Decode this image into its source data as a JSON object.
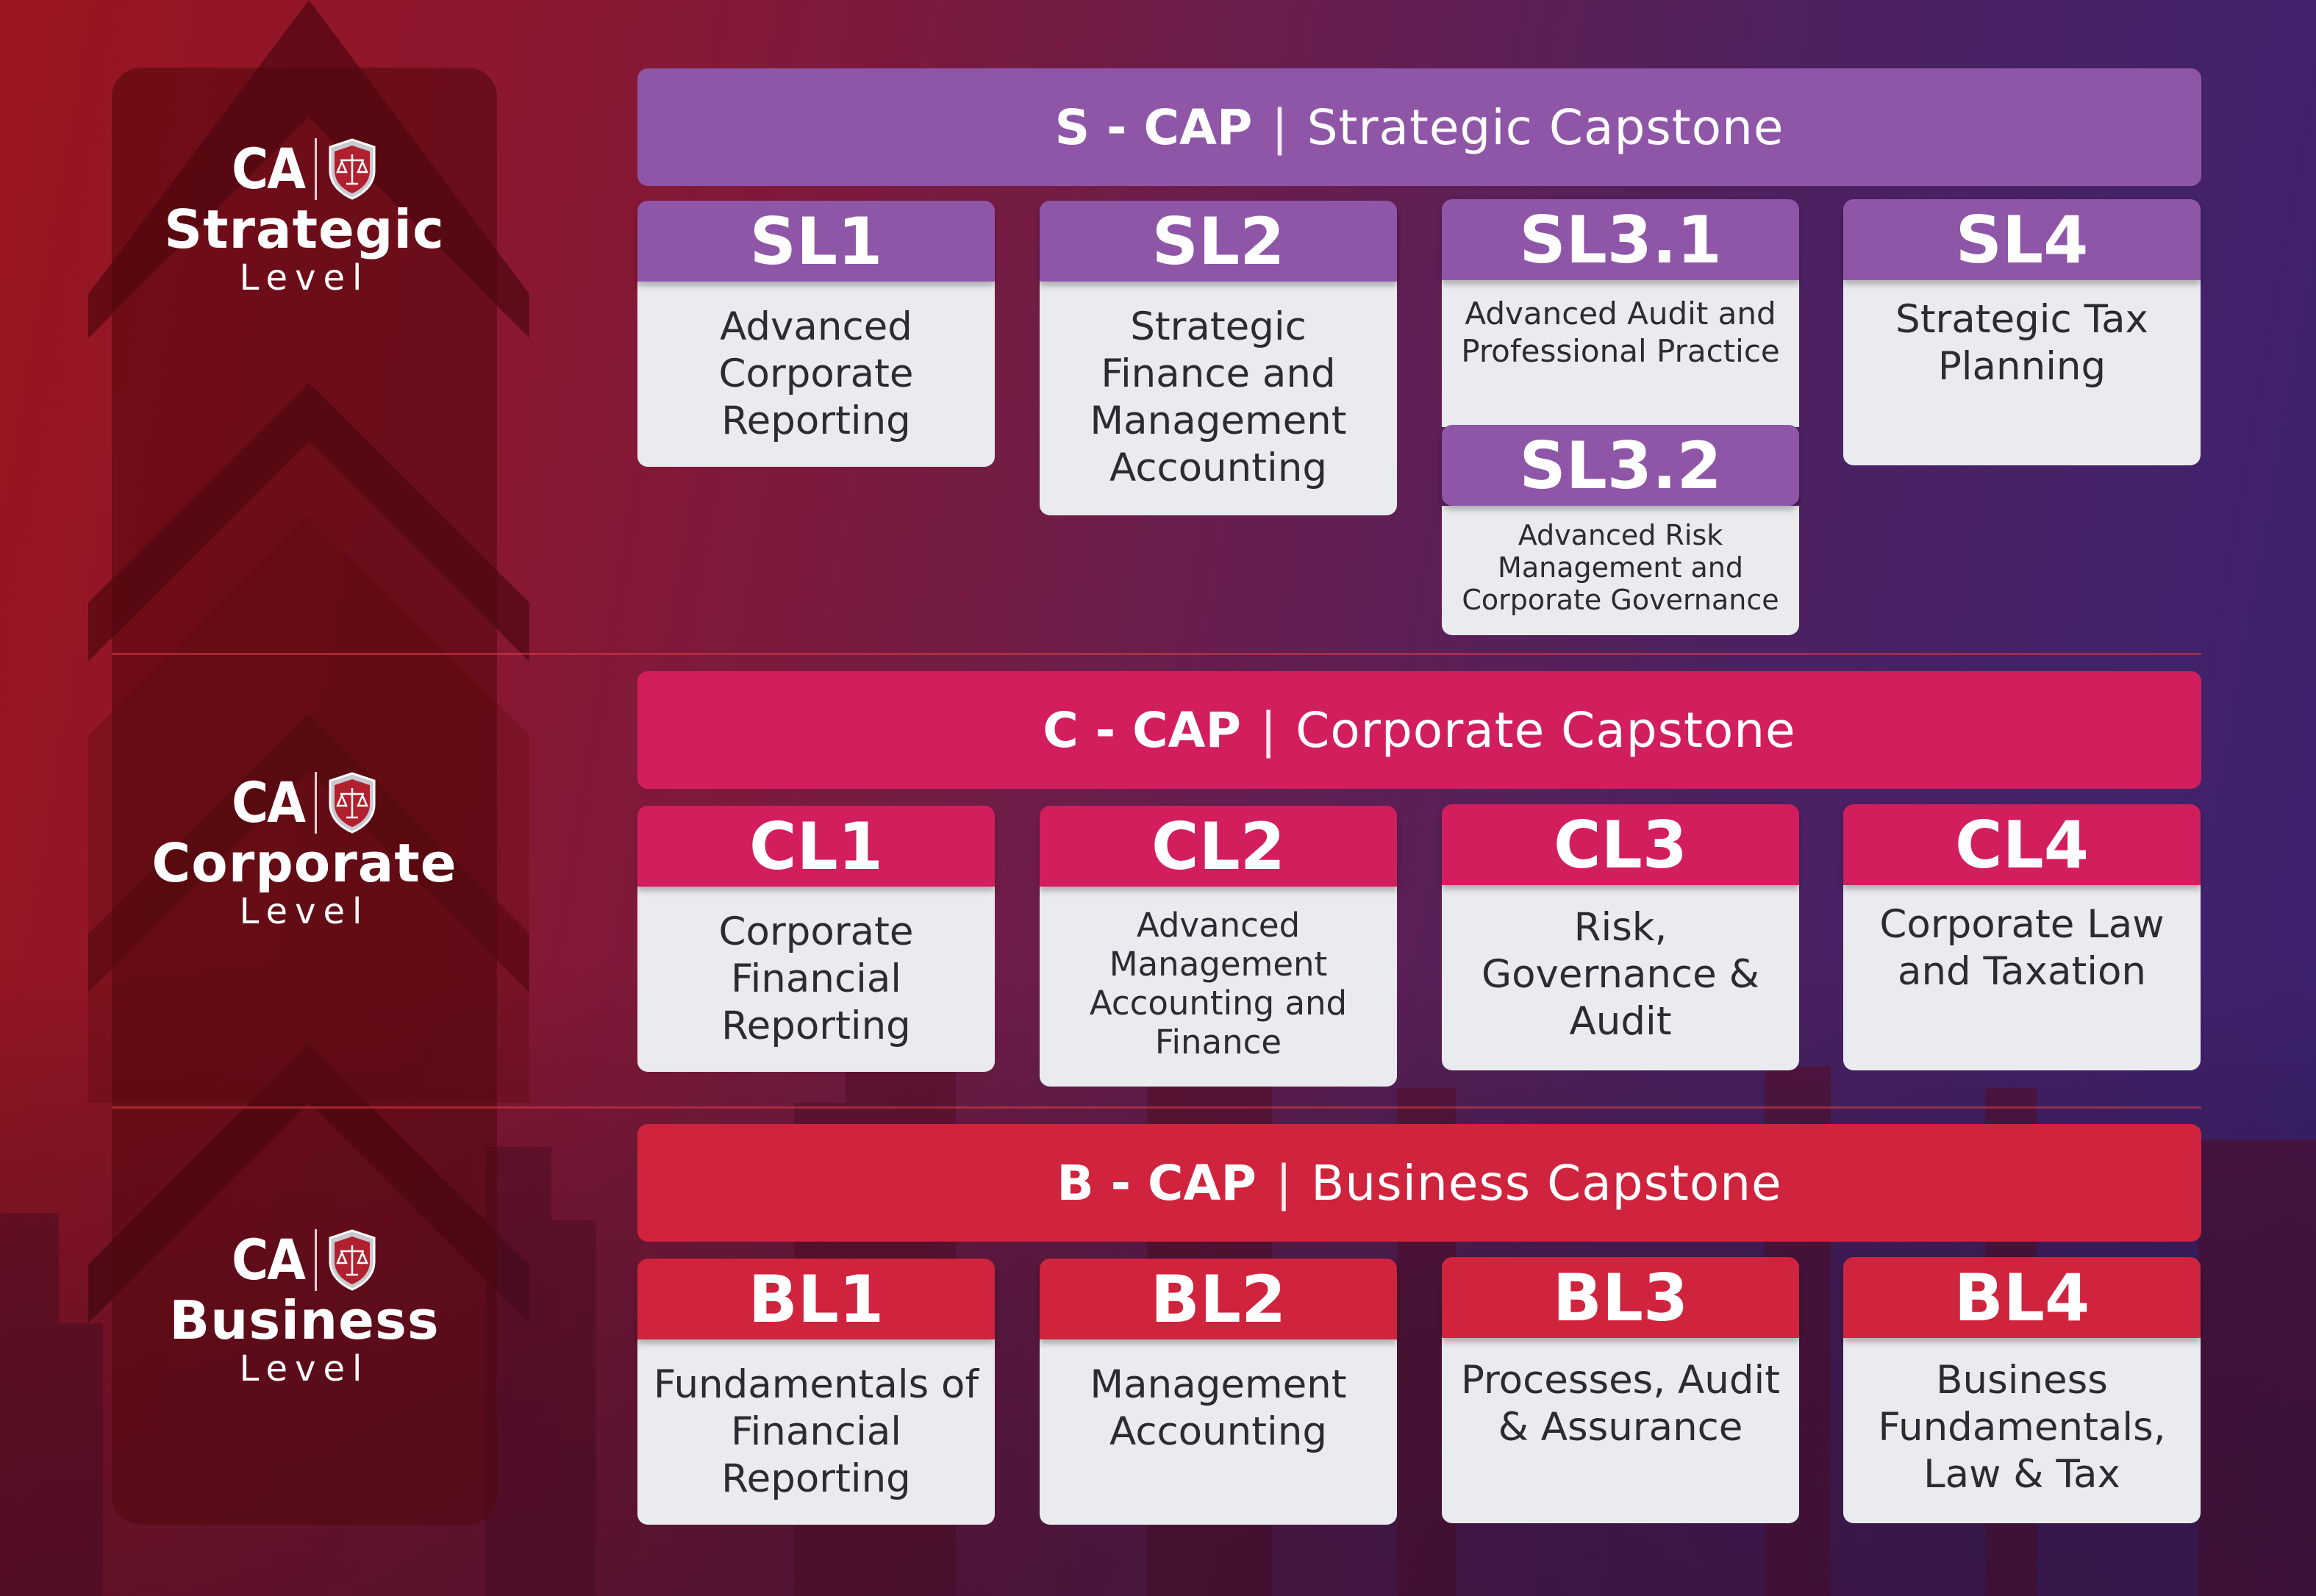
{
  "levels": [
    {
      "logo_text": "CA",
      "name": "Strategic",
      "word": "Level"
    },
    {
      "logo_text": "CA",
      "name": "Corporate",
      "word": "Level"
    },
    {
      "logo_text": "CA",
      "name": "Business",
      "word": "Level"
    }
  ],
  "banners": {
    "strategic": {
      "code": "S - CAP",
      "separator": "|",
      "name": "Strategic Capstone"
    },
    "corporate": {
      "code": "C - CAP",
      "separator": "|",
      "name": "Corporate Capstone"
    },
    "business": {
      "code": "B - CAP",
      "separator": "|",
      "name": "Business Capstone"
    }
  },
  "strategic_modules": [
    {
      "code": "SL1",
      "title": "Advanced Corporate Reporting"
    },
    {
      "code": "SL2",
      "title": "Strategic Finance and Management Accounting"
    },
    {
      "code": "SL3.1",
      "title": "Advanced Audit and Professional Practice"
    },
    {
      "code": "SL3.2",
      "title": "Advanced Risk Management and Corporate Governance"
    },
    {
      "code": "SL4",
      "title": "Strategic Tax Planning"
    }
  ],
  "corporate_modules": [
    {
      "code": "CL1",
      "title": "Corporate Financial Reporting"
    },
    {
      "code": "CL2",
      "title": "Advanced Management Accounting and Finance"
    },
    {
      "code": "CL3",
      "title": "Risk, Governance & Audit"
    },
    {
      "code": "CL4",
      "title": "Corporate Law and Taxation"
    }
  ],
  "business_modules": [
    {
      "code": "BL1",
      "title": "Fundamentals of Financial Reporting"
    },
    {
      "code": "BL2",
      "title": "Management Accounting"
    },
    {
      "code": "BL3",
      "title": "Processes, Audit & Assurance"
    },
    {
      "code": "BL4",
      "title": "Business Fundamentals, Law & Tax"
    }
  ],
  "colors": {
    "strategic": "#8f56a8",
    "corporate": "#d31e5e",
    "business": "#d0233d",
    "card_body": "#eaebee"
  }
}
